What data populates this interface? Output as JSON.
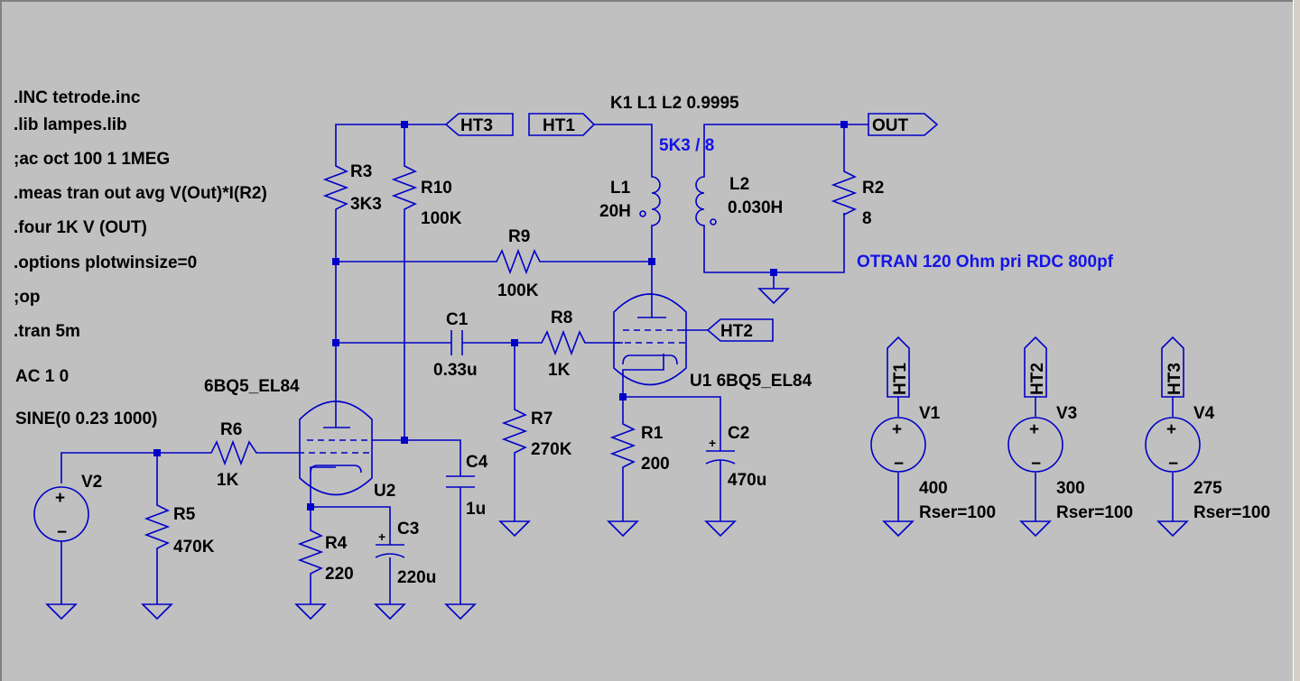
{
  "directives": [
    ".INC tetrode.inc",
    ".lib lampes.lib",
    ";ac oct 100 1 1MEG",
    ".meas tran out avg V(Out)*I(R2)",
    ".four 1K V (OUT)",
    ".options plotwinsize=0",
    ";op",
    ".tran 5m",
    "AC 1 0",
    "SINE(0 0.23 1000)"
  ],
  "coupling": "K1 L1 L2 0.9995",
  "transformer_ratio": "5K3 / 8",
  "transformer_note": "OTRAN 120 Ohm pri RDC 800pf",
  "tube_u2_model": "6BQ5_EL84",
  "tube_u1_label": "U1  6BQ5_EL84",
  "components": {
    "R3": {
      "name": "R3",
      "value": "3K3"
    },
    "R10": {
      "name": "R10",
      "value": "100K"
    },
    "R9": {
      "name": "R9",
      "value": "100K"
    },
    "R8": {
      "name": "R8",
      "value": "1K"
    },
    "R7": {
      "name": "R7",
      "value": "270K"
    },
    "R6": {
      "name": "R6",
      "value": "1K"
    },
    "R5": {
      "name": "R5",
      "value": "470K"
    },
    "R4": {
      "name": "R4",
      "value": "220"
    },
    "R1": {
      "name": "R1",
      "value": "200"
    },
    "R2": {
      "name": "R2",
      "value": "8"
    },
    "C1": {
      "name": "C1",
      "value": "0.33u"
    },
    "C2": {
      "name": "C2",
      "value": "470u"
    },
    "C3": {
      "name": "C3",
      "value": "220u"
    },
    "C4": {
      "name": "C4",
      "value": "1u"
    },
    "L1": {
      "name": "L1",
      "value": "20H"
    },
    "L2": {
      "name": "L2",
      "value": "0.030H"
    },
    "U2": {
      "name": "U2"
    },
    "V2": {
      "name": "V2"
    }
  },
  "nets": {
    "ht1": "HT1",
    "ht2": "HT2",
    "ht3": "HT3",
    "out": "OUT"
  },
  "supplies": [
    {
      "name": "V1",
      "net": "HT1",
      "value": "400",
      "rser": "Rser=100"
    },
    {
      "name": "V3",
      "net": "HT2",
      "value": "300",
      "rser": "Rser=100"
    },
    {
      "name": "V4",
      "net": "HT3",
      "value": "275",
      "rser": "Rser=100"
    }
  ],
  "colors": {
    "wire": "#0000c8",
    "background": "#c0c0c0",
    "blue_text": "#1414e6"
  }
}
